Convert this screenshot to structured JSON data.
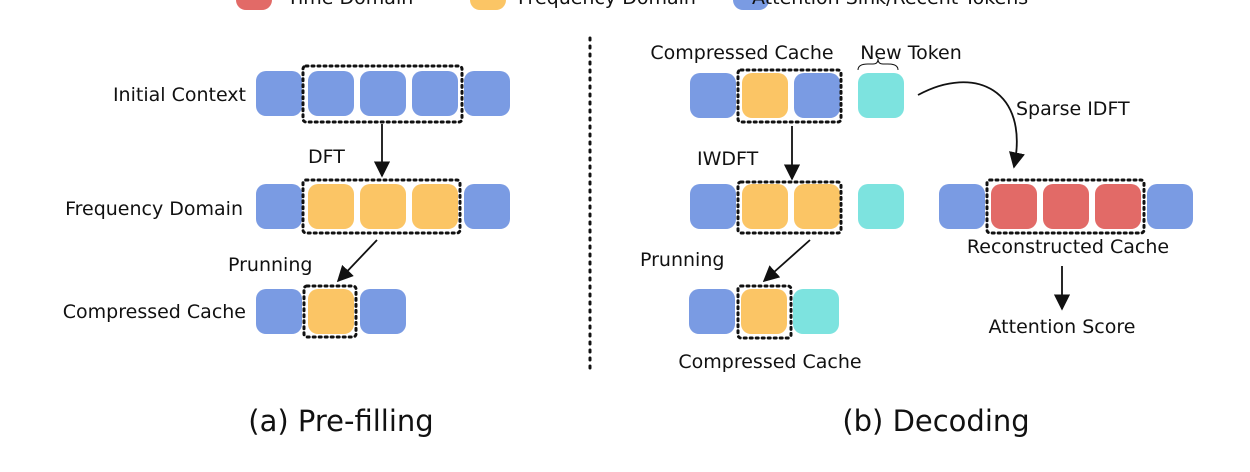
{
  "colors": {
    "time_domain": "#E26A67",
    "frequency_domain": "#FBC565",
    "attention_sink": "#7A9BE3",
    "new_token": "#7DE3DF"
  },
  "legend": [
    {
      "label": "Time Domain",
      "color_key": "time_domain"
    },
    {
      "label": "Frequency Domain",
      "color_key": "frequency_domain"
    },
    {
      "label": "Attention Sink/Recent Tokens",
      "color_key": "attention_sink"
    }
  ],
  "prefill": {
    "caption": "(a) Pre-filling",
    "initial_context_label": "Initial Context",
    "frequency_domain_label": "Frequency Domain",
    "compressed_cache_label": "Compressed Cache",
    "dft_label": "DFT",
    "pruning_label": "Prunning",
    "rows": {
      "initial": [
        "attention_sink",
        "attention_sink",
        "attention_sink",
        "attention_sink",
        "attention_sink"
      ],
      "frequency": [
        "attention_sink",
        "frequency_domain",
        "frequency_domain",
        "frequency_domain",
        "attention_sink"
      ],
      "compressed": [
        "attention_sink",
        "frequency_domain",
        "attention_sink"
      ]
    }
  },
  "decoding": {
    "caption": "(b) Decoding",
    "compressed_cache_label": "Compressed Cache",
    "new_token_label": "New Token",
    "iwdft_label": "IWDFT",
    "pruning_label": "Prunning",
    "bottom_cache_label": "Compressed Cache",
    "sparse_idft_label": "Sparse IDFT",
    "reconstructed_label": "Reconstructed Cache",
    "attention_score_label": "Attention Score",
    "rows": {
      "top": [
        "attention_sink",
        "frequency_domain",
        "attention_sink",
        "new_token"
      ],
      "middle": [
        "attention_sink",
        "frequency_domain",
        "frequency_domain",
        "new_token"
      ],
      "bottom": [
        "attention_sink",
        "frequency_domain",
        "new_token"
      ],
      "reconstructed": [
        "attention_sink",
        "time_domain",
        "time_domain",
        "time_domain",
        "attention_sink"
      ]
    }
  }
}
